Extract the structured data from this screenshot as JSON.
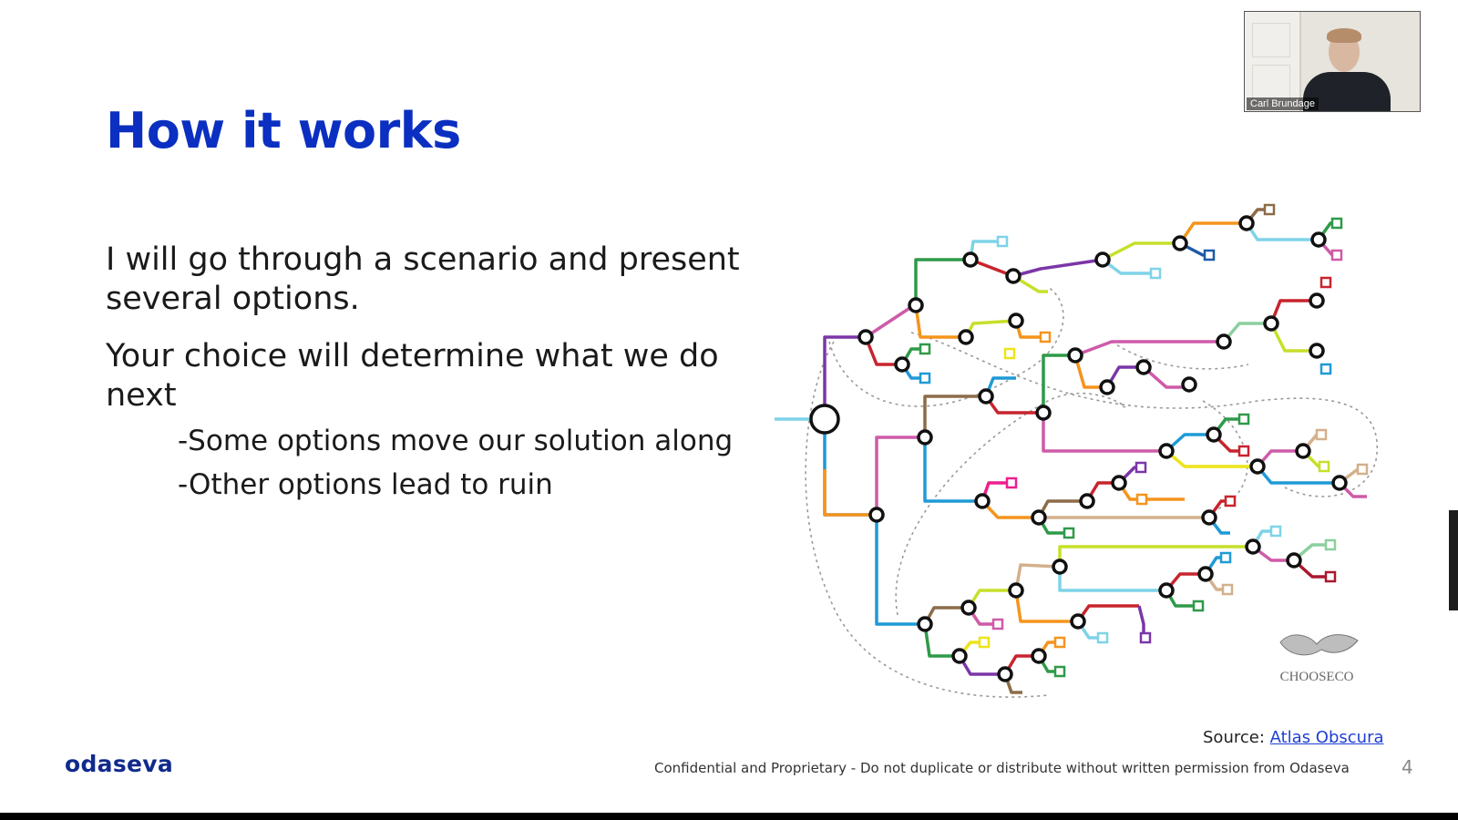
{
  "slide": {
    "title": "How it works",
    "paragraphs": [
      "I will go through a scenario and present several options.",
      "Your choice will determine what we do next"
    ],
    "sub_points": [
      "-Some options move our solution along",
      "-Other options lead to ruin"
    ],
    "source_label": "Source:",
    "source_link": "Atlas Obscura",
    "image_logo": "CHOOSECO",
    "brand": "odaseva",
    "footer": "Confidential and Proprietary - Do not duplicate or distribute without written permission from Odaseva",
    "page_number": "4"
  },
  "webcam": {
    "participant_name": "Carl Brundage"
  },
  "colors": {
    "title": "#0b2fc1",
    "brand": "#102a8c",
    "link": "#1f3fd2"
  }
}
